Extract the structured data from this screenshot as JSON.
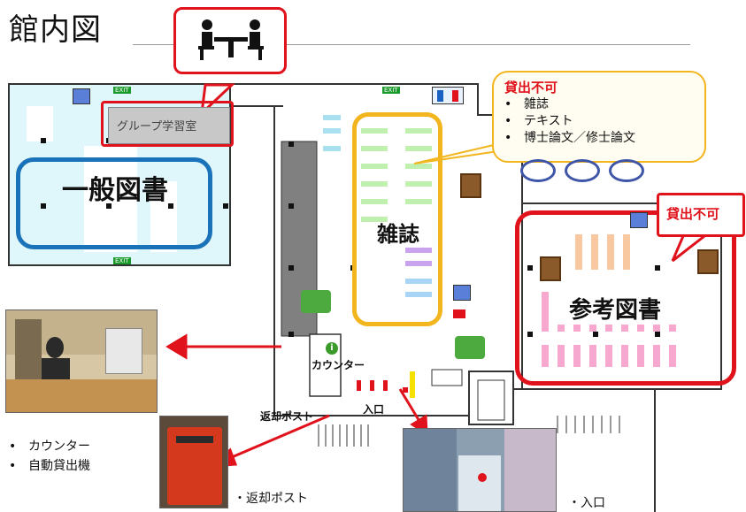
{
  "page": {
    "title": "館内図"
  },
  "group_study_room": {
    "label": "グループ学習室",
    "icon": "group-study-icon"
  },
  "non_lending_callout": {
    "title": "貸出不可",
    "items": [
      "雑誌",
      "テキスト",
      "博士論文／修士論文"
    ]
  },
  "reference_callout": {
    "title": "貸出不可"
  },
  "zones": {
    "general_books": "一般図書",
    "magazines": "雑誌",
    "reference_books": "参考図書"
  },
  "map_labels": {
    "counter": "カウンター",
    "return_post": "返却ポスト",
    "entrance": "入口",
    "exit_sign": "EXIT"
  },
  "photo_captions": {
    "counter_items": [
      "カウンター",
      "自動貸出機"
    ],
    "return_post": "・返却ポスト",
    "entrance": "・入口"
  },
  "colors": {
    "general_zone": "#1a73b8",
    "magazine_zone": "#f2b51d",
    "reference_zone": "#e0121b",
    "arrow": "#e0121b"
  }
}
